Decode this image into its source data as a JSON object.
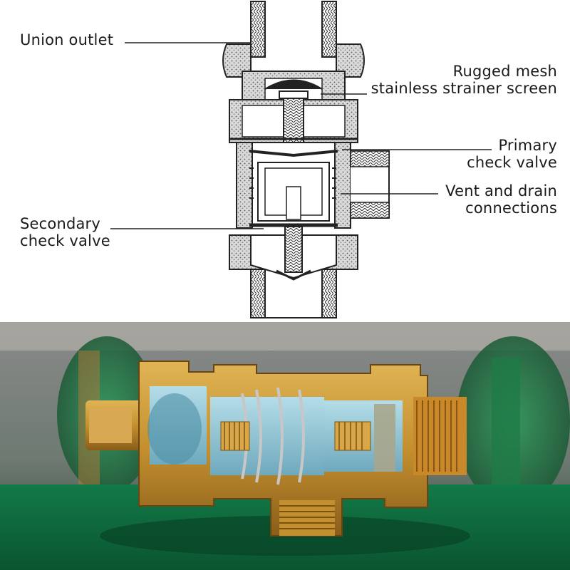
{
  "labels": {
    "union_outlet": "Union outlet",
    "strainer_line1": "Rugged mesh",
    "strainer_line2": "stainless strainer screen",
    "primary_line1": "Primary",
    "primary_line2": "check valve",
    "vent_line1": "Vent and drain",
    "vent_line2": "connections",
    "secondary_line1": "Secondary",
    "secondary_line2": "check valve"
  },
  "colors": {
    "text": "#1a1a1a",
    "ink": "#222222",
    "brass": "#c99a3a",
    "brass_dark": "#8a5e1a",
    "table_green": "#0f6a3e",
    "water_blue": "#8fc7d8"
  }
}
